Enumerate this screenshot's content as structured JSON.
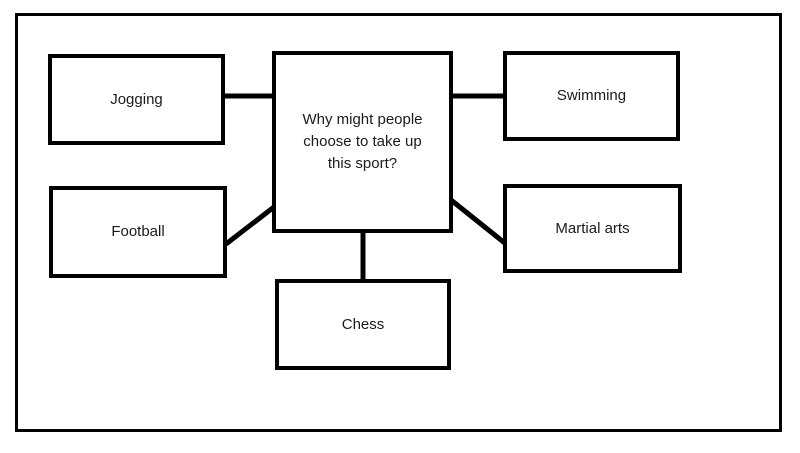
{
  "diagram": {
    "type": "mind-map",
    "center": {
      "id": "center",
      "label": "Why might people\nchoose to take up\nthis sport?"
    },
    "nodes": [
      {
        "id": "jogging",
        "label": "Jogging",
        "position": "top-left"
      },
      {
        "id": "football",
        "label": "Football",
        "position": "bottom-left"
      },
      {
        "id": "swimming",
        "label": "Swimming",
        "position": "top-right"
      },
      {
        "id": "martial-arts",
        "label": "Martial arts",
        "position": "bottom-right"
      },
      {
        "id": "chess",
        "label": "Chess",
        "position": "bottom-center"
      }
    ],
    "connectors": [
      {
        "from": "jogging",
        "to": "center",
        "style": "straight-horizontal"
      },
      {
        "from": "swimming",
        "to": "center",
        "style": "straight-horizontal"
      },
      {
        "from": "football",
        "to": "center",
        "style": "diagonal"
      },
      {
        "from": "martial-arts",
        "to": "center",
        "style": "diagonal"
      },
      {
        "from": "chess",
        "to": "center",
        "style": "straight-vertical"
      }
    ],
    "colors": {
      "stroke": "#000000",
      "background": "#ffffff",
      "text": "#1b1b1b"
    }
  }
}
